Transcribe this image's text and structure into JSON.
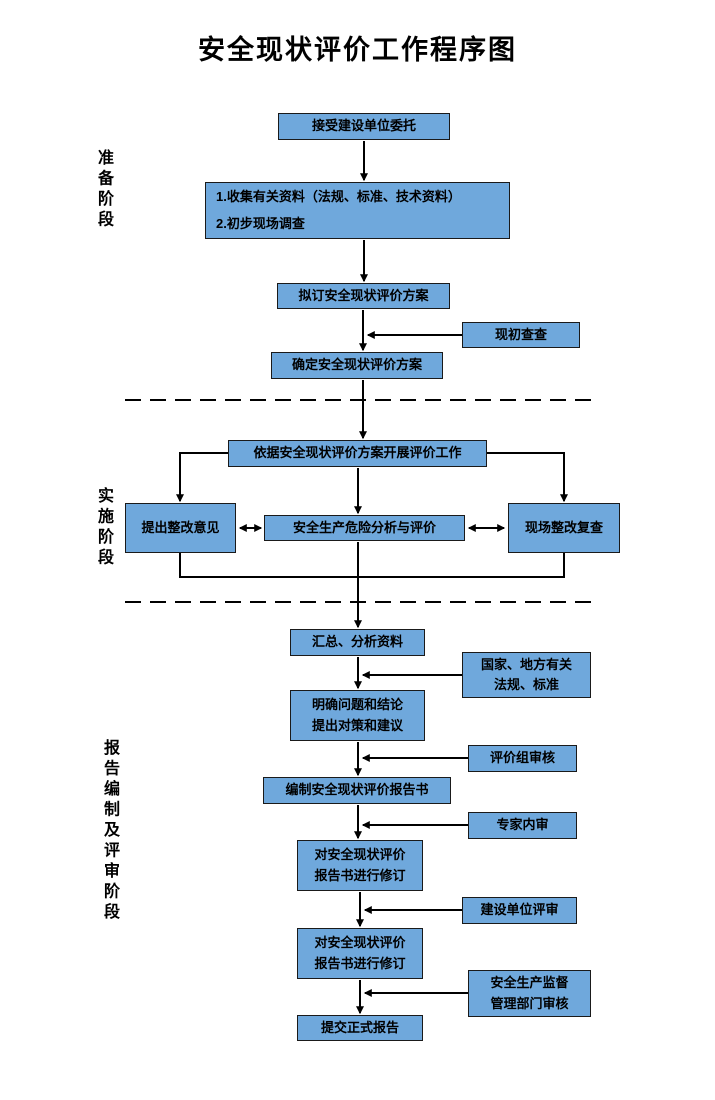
{
  "title": "安全现状评价工作程序图",
  "stages": {
    "prep": "准备阶段",
    "impl": "实施阶段",
    "report": "报告编制及评审阶段"
  },
  "boxes": {
    "accept": "接受建设单位委托",
    "collect": "1.收集有关资料（法规、标准、技术资料）\n2.初步现场调查",
    "draft": "拟订安全现状评价方案",
    "initial_check": "现初查查",
    "confirm": "确定安全现状评价方案",
    "carry_out": "依据安全现状评价方案开展评价工作",
    "rectify": "提出整改意见",
    "hazard": "安全生产危险分析与评价",
    "recheck": "现场整改复查",
    "summarize": "汇总、分析资料",
    "laws": "国家、地方有关\n法规、标准",
    "clarify": "明确问题和结论\n提出对策和建议",
    "review_group": "评价组审核",
    "compile": "编制安全现状评价报告书",
    "expert": "专家内审",
    "revise1": "对安全现状评价\n报告书进行修订",
    "owner": "建设单位评审",
    "revise2": "对安全现状评价\n报告书进行修订",
    "gov": "安全生产监督\n管理部门审核",
    "submit": "提交正式报告"
  },
  "colors": {
    "box_fill": "#6FA8DC",
    "box_border": "#1A1A1A",
    "line": "#000000",
    "text": "#000000",
    "background": "#FFFFFF"
  }
}
